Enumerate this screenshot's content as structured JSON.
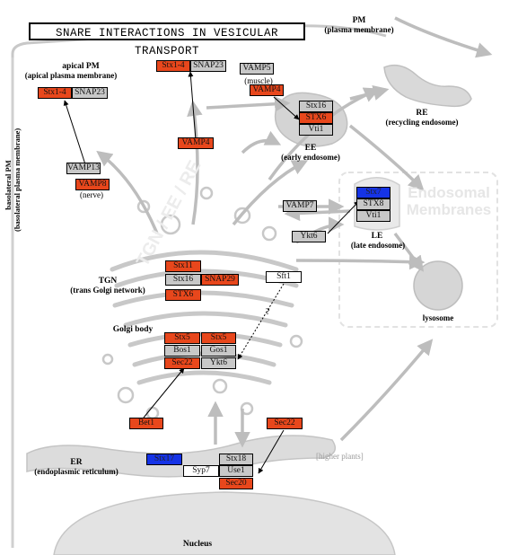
{
  "title": "SNARE INTERACTIONS IN VESICULAR TRANSPORT",
  "labels": {
    "pm": "PM",
    "pm_sub": "(plasma membrane)",
    "apical": "apical PM",
    "apical_sub": "(apical plasma membrane)",
    "basolateral": "basolateral PM",
    "basolateral_sub": "(basolateral plasma membrane)",
    "re": "RE",
    "re_sub": "(recycling endosome)",
    "ee": "EE",
    "ee_sub": "(early endosome)",
    "le": "LE",
    "le_sub": "(late endosome)",
    "endosomal": "Endosomal",
    "membranes": "Membranes",
    "tgn": "TGN",
    "tgn_sub": "(trans Golgi network)",
    "golgi": "Golgi body",
    "er": "ER",
    "er_sub": "(endoplasmic reticulum)",
    "nucleus": "Nucleus",
    "lysosome": "lysosome",
    "higher_plants": "[higher plants]",
    "muscle": "(muscle)",
    "nerve": "(nerve)",
    "question": "?",
    "watermark": "TGN / EE / RE"
  },
  "genes": {
    "stx14_apical": "Stx1-4",
    "snap23_apical": "SNAP23",
    "stx14_top": "Stx1-4",
    "snap23_top": "SNAP23",
    "vamp5": "VAMP5",
    "vamp4_ee": "VAMP4",
    "stx16_ee": "Stx16",
    "stx6_ee": "STX6",
    "vti1_ee": "Vti1",
    "vamp4_mid": "VAMP4",
    "vamp13": "VAMP13",
    "vamp8": "VAMP8",
    "vamp7": "VAMP7",
    "stx7": "Stx7",
    "stx8": "STX8",
    "vti1_le": "Vti1",
    "ykt6_le": "Ykt6",
    "stx11": "Stx11",
    "stx16_tgn": "Stx16",
    "snap29": "SNAP29",
    "stx6_tgn": "STX6",
    "sft1": "Sft1",
    "stx5_a": "Stx5",
    "bos1": "Bos1",
    "sec22_a": "Sec22",
    "stx5_b": "Stx5",
    "gos1": "Gos1",
    "ykt6_golgi": "Ykt6",
    "bet1": "Bet1",
    "sec22_b": "Sec22",
    "stx17": "Stx17",
    "syp7": "Syp7",
    "stx18": "Stx18",
    "use1": "Use1",
    "sec20": "Sec20"
  },
  "colors": {
    "orange": "#e8471c",
    "gray": "#c8c8c8",
    "white": "#ffffff",
    "blue": "#1533e6",
    "membrane": "#c8c8c8"
  }
}
